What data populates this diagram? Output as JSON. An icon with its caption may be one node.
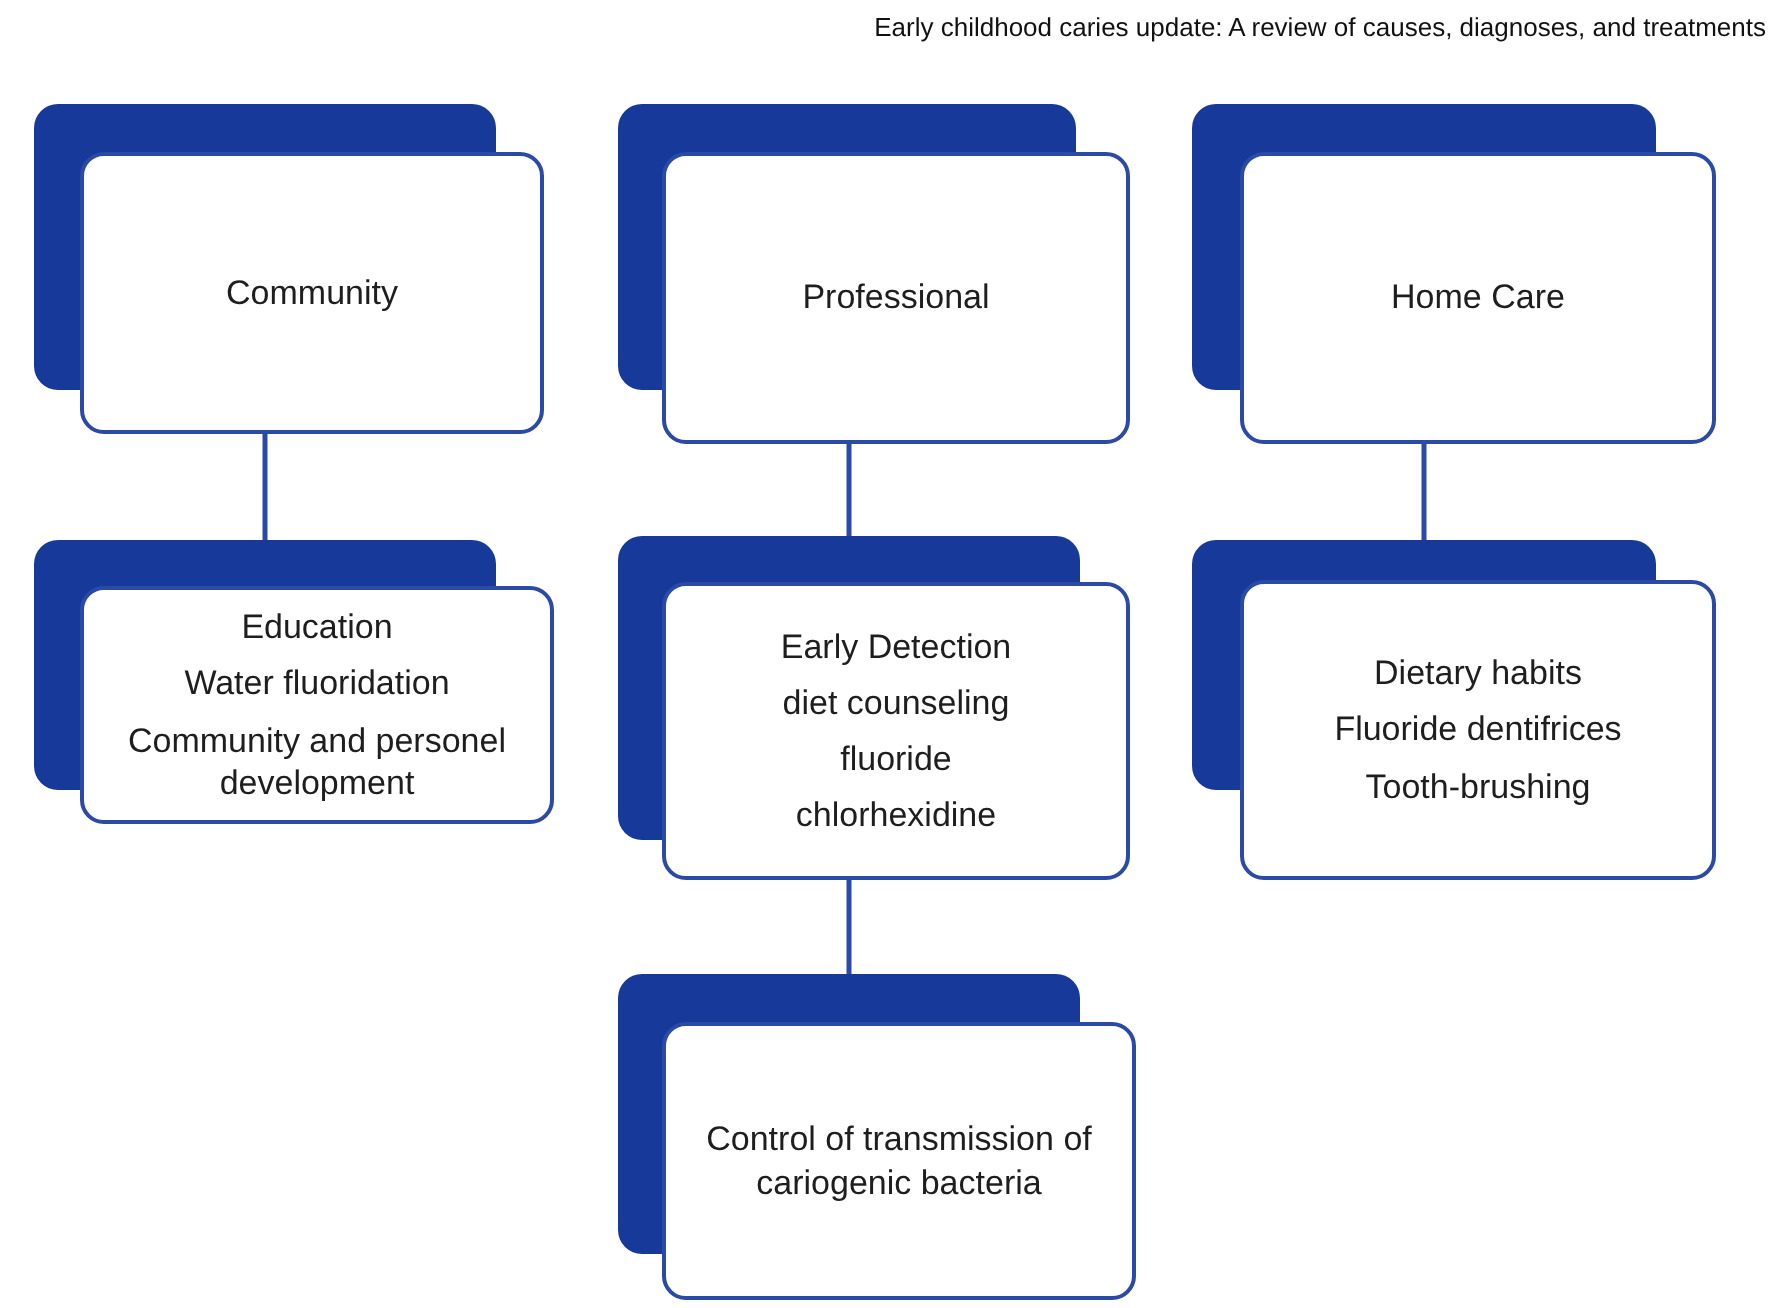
{
  "diagram": {
    "title": "Early childhood caries update: A review of causes, diagnoses, and treatments",
    "nodes": [
      {
        "text": [
          "Community"
        ]
      },
      {
        "text": [
          "Professional"
        ]
      },
      {
        "text": [
          "Home Care"
        ]
      },
      {
        "text": [
          "Education",
          "Water fluoridation",
          "Community and personel development"
        ]
      },
      {
        "text": [
          "Early Detection",
          "diet counseling",
          "fluoride",
          "chlorhexidine"
        ]
      },
      {
        "text": [
          "Dietary habits",
          "Fluoride dentifrices",
          "Tooth-brushing"
        ]
      },
      {
        "text": [
          "Control of transmission of cariogenic bacteria"
        ]
      }
    ],
    "edges": [
      {
        "from": 0,
        "to": 3,
        "arrow": "none"
      },
      {
        "from": 1,
        "to": 4,
        "arrow": "none"
      },
      {
        "from": 2,
        "to": 5,
        "arrow": "none"
      },
      {
        "from": 4,
        "to": 6,
        "arrow": "none"
      }
    ]
  }
}
